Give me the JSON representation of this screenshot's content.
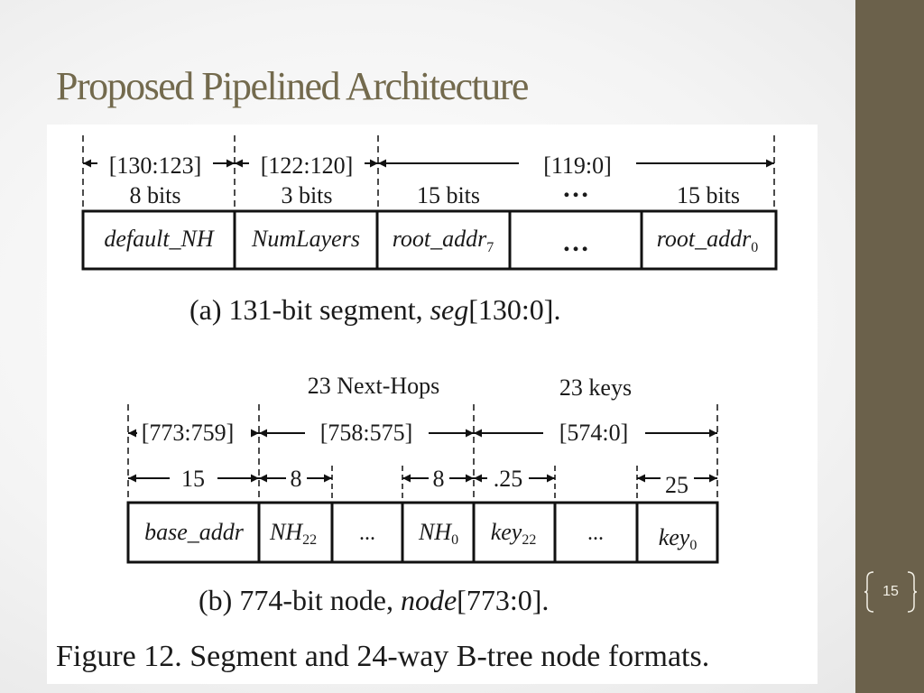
{
  "slide": {
    "title": "Proposed Pipelined Architecture",
    "number": "15",
    "accent_color": "#6b614b",
    "title_color": "#736a4d"
  },
  "figure": {
    "segment": {
      "ranges": [
        "[130:123]",
        "[122:120]",
        "[119:0]"
      ],
      "widths": [
        "8 bits",
        "3 bits",
        "15 bits",
        "…",
        "15 bits"
      ],
      "fields": [
        "default_NH",
        "NumLayers",
        "root_addr",
        "…",
        "root_addr"
      ],
      "root_first_sub": "7",
      "root_last_sub": "0",
      "caption_prefix": "(a)  131-bit segment, ",
      "caption_italic": "seg",
      "caption_suffix": "[130:0]."
    },
    "node": {
      "groups": [
        "23 Next-Hops",
        "23 keys"
      ],
      "ranges": [
        "[773:759]",
        "[758:575]",
        "[574:0]"
      ],
      "widths": [
        "15",
        "8",
        "8",
        ".25",
        "25"
      ],
      "fields": [
        "base_addr",
        "NH",
        "...",
        "NH",
        "key",
        "...",
        "key"
      ],
      "subs": [
        "22",
        "0",
        "22",
        "0"
      ],
      "caption_prefix": "(b)  774-bit node, ",
      "caption_italic": "node",
      "caption_suffix": "[773:0]."
    },
    "caption": "Figure 12. Segment and 24-way B-tree node formats."
  }
}
